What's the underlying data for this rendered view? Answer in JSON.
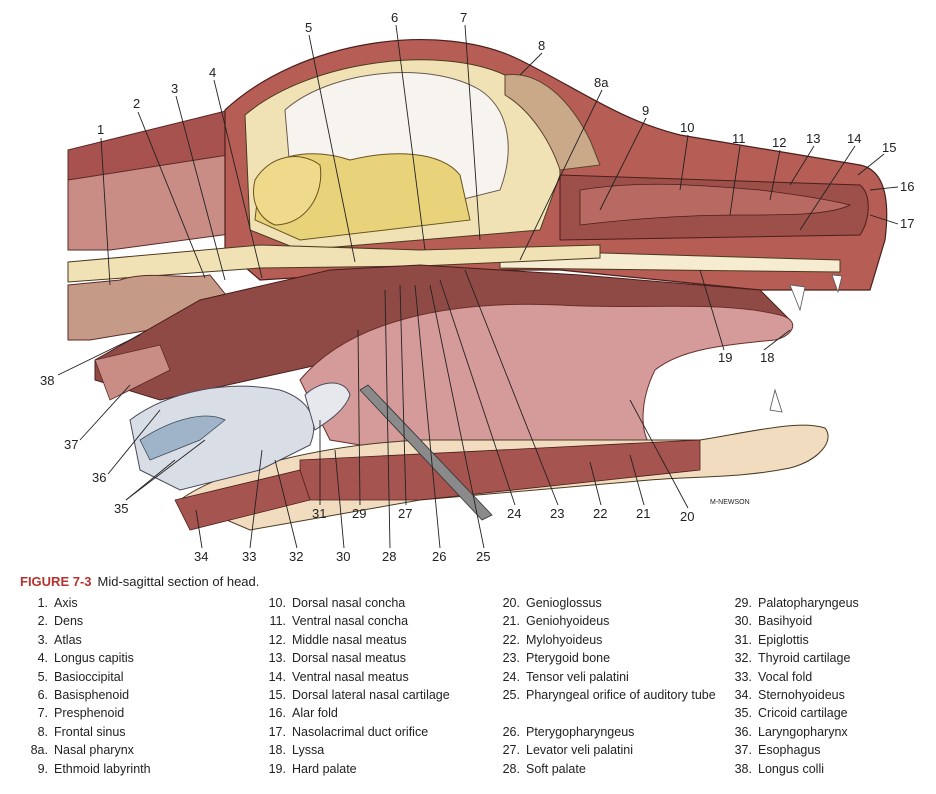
{
  "figure": {
    "caption_label": "FIGURE 7-3",
    "caption_text": "Mid-sagittal section of head.",
    "signature": "M-NEWSON",
    "callouts": [
      "1",
      "2",
      "3",
      "4",
      "5",
      "6",
      "7",
      "8",
      "8a",
      "9",
      "10",
      "11",
      "12",
      "13",
      "14",
      "15",
      "16",
      "17",
      "18",
      "19",
      "20",
      "21",
      "22",
      "23",
      "24",
      "25",
      "26",
      "27",
      "28",
      "29",
      "30",
      "31",
      "32",
      "33",
      "34",
      "35",
      "36",
      "37",
      "38"
    ]
  },
  "legend": {
    "columns": [
      [
        {
          "num": "1.",
          "text": "Axis"
        },
        {
          "num": "2.",
          "text": "Dens"
        },
        {
          "num": "3.",
          "text": "Atlas"
        },
        {
          "num": "4.",
          "text": "Longus capitis"
        },
        {
          "num": "5.",
          "text": "Basioccipital"
        },
        {
          "num": "6.",
          "text": "Basisphenoid"
        },
        {
          "num": "7.",
          "text": "Presphenoid"
        },
        {
          "num": "8.",
          "text": "Frontal sinus"
        },
        {
          "num": "8a.",
          "text": "Nasal pharynx"
        },
        {
          "num": "9.",
          "text": "Ethmoid labyrinth"
        }
      ],
      [
        {
          "num": "10.",
          "text": "Dorsal nasal concha"
        },
        {
          "num": "11.",
          "text": "Ventral nasal concha"
        },
        {
          "num": "12.",
          "text": "Middle nasal meatus"
        },
        {
          "num": "13.",
          "text": "Dorsal nasal meatus"
        },
        {
          "num": "14.",
          "text": "Ventral nasal meatus"
        },
        {
          "num": "15.",
          "text": "Dorsal lateral nasal cartilage"
        },
        {
          "num": "16.",
          "text": "Alar fold"
        },
        {
          "num": "17.",
          "text": "Nasolacrimal duct orifice"
        },
        {
          "num": "18.",
          "text": "Lyssa"
        },
        {
          "num": "19.",
          "text": "Hard palate"
        }
      ],
      [
        {
          "num": "20.",
          "text": "Genioglossus"
        },
        {
          "num": "21.",
          "text": "Geniohyoideus"
        },
        {
          "num": "22.",
          "text": "Mylohyoideus"
        },
        {
          "num": "23.",
          "text": "Pterygoid bone"
        },
        {
          "num": "24.",
          "text": "Tensor veli palatini"
        },
        {
          "num": "25.",
          "text": "Pharyngeal orifice of auditory tube"
        },
        {
          "num": "26.",
          "text": "Pterygopharyngeus"
        },
        {
          "num": "27.",
          "text": "Levator veli palatini"
        },
        {
          "num": "28.",
          "text": "Soft palate"
        }
      ],
      [
        {
          "num": "29.",
          "text": "Palatopharyngeus"
        },
        {
          "num": "30.",
          "text": "Basihyoid"
        },
        {
          "num": "31.",
          "text": "Epiglottis"
        },
        {
          "num": "32.",
          "text": "Thyroid cartilage"
        },
        {
          "num": "33.",
          "text": "Vocal fold"
        },
        {
          "num": "34.",
          "text": "Sternohyoideus"
        },
        {
          "num": "35.",
          "text": "Cricoid cartilage"
        },
        {
          "num": "36.",
          "text": "Laryngopharynx"
        },
        {
          "num": "37.",
          "text": "Esophagus"
        },
        {
          "num": "38.",
          "text": "Longus colli"
        }
      ]
    ]
  }
}
